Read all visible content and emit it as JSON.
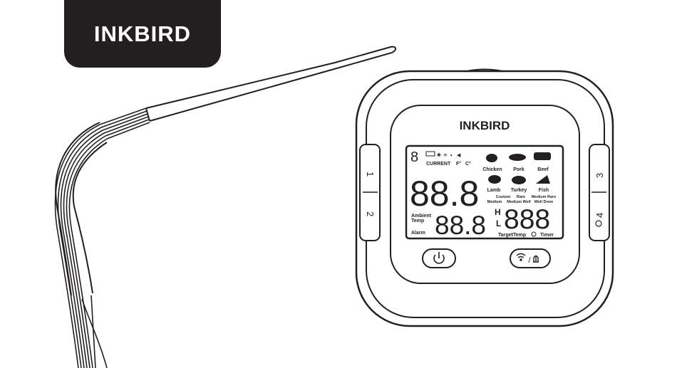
{
  "brand": {
    "tab_label": "INKBIRD",
    "device_label": "INKBIRD"
  },
  "channels": {
    "left_top": "1",
    "left_bottom": "2",
    "right_top": "3",
    "right_bottom": "4"
  },
  "display": {
    "status_digit": "8",
    "status_current": "CURRENT",
    "unit_f": "F°",
    "unit_c": "C°",
    "main_digits": "88.8",
    "ambient_label_1": "Ambient",
    "ambient_label_2": "Temp",
    "alarm_label": "Alarm",
    "ambient_digits": "88.8",
    "high_marker": "H",
    "low_marker": "L",
    "target_digits": "888",
    "target_temp_label": "TargetTemp",
    "timer_label": "Timer",
    "meats": [
      "Chicken",
      "Pork",
      "Beef",
      "Lamb",
      "Turkey",
      "Fish"
    ],
    "doneness_row1": [
      "Custom",
      "Rare",
      "Medium Rare"
    ],
    "doneness_row2": [
      "Medium",
      "Medium Well",
      "Well Done"
    ]
  },
  "buttons": {
    "power_icon": "power-icon",
    "wifi_alarm_icon": "wifi-alarm-icon",
    "wifi_alarm_separator": "/"
  },
  "colors": {
    "body": "#231f20",
    "background": "#ffffff"
  }
}
